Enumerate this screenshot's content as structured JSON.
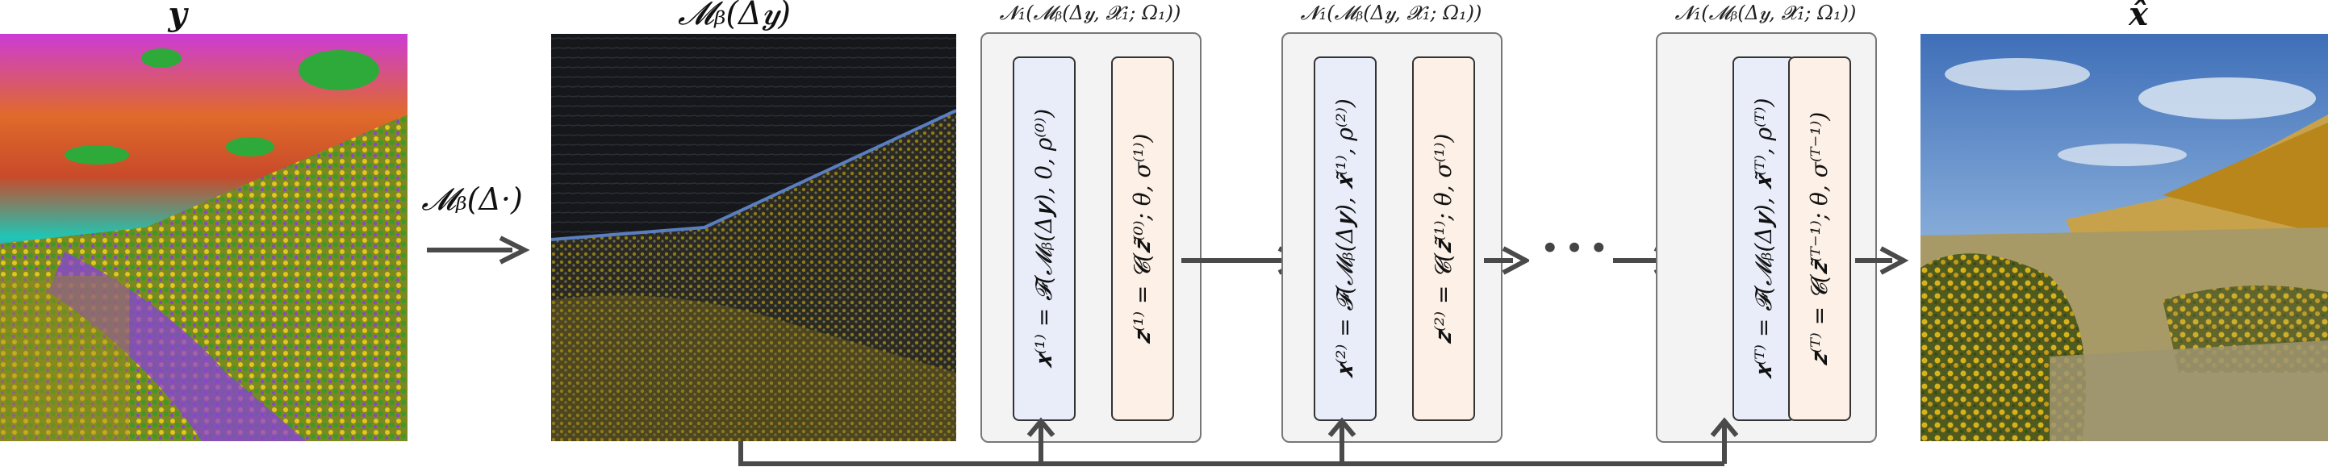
{
  "labels": {
    "input_y": "𝒚",
    "mb_delta_y": "𝓜ᵦ(Δ𝒚)",
    "mb_op": "𝓜ᵦ(Δ·)",
    "output_xhat": "𝒙̂",
    "dots": "···"
  },
  "blocks": [
    {
      "title": "𝓝₁(𝓜ᵦ(Δ𝒚, 𝓧₁; Ω₁))",
      "x_eq": "𝒙⁽¹⁾ = 𝓕(𝓜ᵦ(Δ𝒚), 0, ρ⁽⁰⁾)",
      "z_eq": "𝒛⁽¹⁾ = 𝓒(𝒛̃⁽⁰⁾; θ, σ⁽¹⁾)"
    },
    {
      "title": "𝓝₁(𝓜ᵦ(Δ𝒚, 𝓧₁; Ω₁))",
      "x_eq": "𝒙⁽²⁾ = 𝓕(𝓜ᵦ(Δ𝒚), 𝒙̃⁽¹⁾, ρ⁽²⁾)",
      "z_eq": "𝒛⁽²⁾ = 𝓒(𝒛̃⁽¹⁾; θ, σ⁽¹⁾)"
    },
    {
      "title": "𝓝₁(𝓜ᵦ(Δ𝒚, 𝓧₁; Ω₁))",
      "x_eq": "𝒙⁽ᵀ⁾ = 𝓕(𝓜ᵦ(Δ𝒚), 𝒙̃⁽ᵀ⁾, ρ⁽ᵀ⁾)",
      "z_eq": "𝒛⁽ᵀ⁾ = 𝓒(𝒛̃⁽ᵀ⁻¹⁾; θ, σ⁽ᵀ⁻¹⁾)"
    }
  ],
  "colors": {
    "arrow": "#4a4a4a",
    "x_cell": "#e8edf9",
    "z_cell": "#fdf0e6",
    "block_bg": "#f3f3f3"
  }
}
